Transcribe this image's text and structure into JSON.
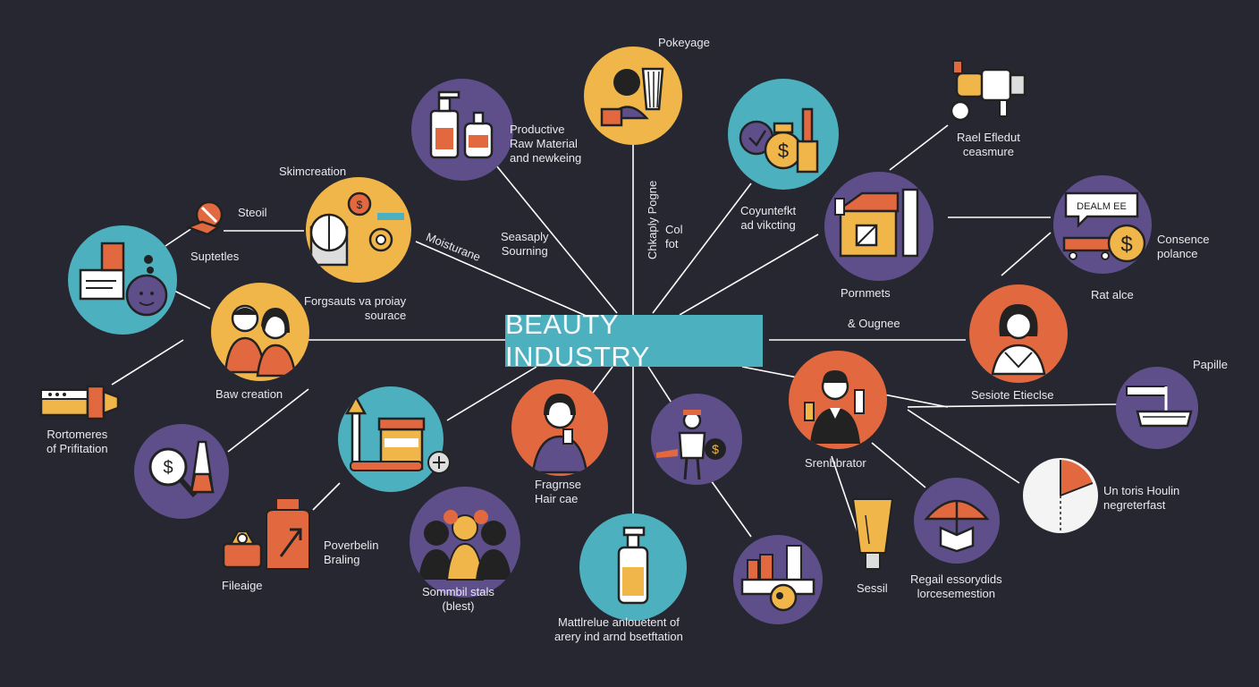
{
  "center_title": "BEAUTY INDUSTRY",
  "colors": {
    "background": "#262730",
    "teal": "#4db0bf",
    "purple": "#5e4f8a",
    "orange": "#e2693f",
    "yellow": "#f0b64a",
    "line": "#ffffff",
    "text": "#e9e9ee"
  },
  "labels": {
    "pokeyage": "Pokeyage",
    "productive": "Productive\nRaw Material\nand newkeing",
    "skimcreation": "Skimcreation",
    "stedl": "Steoil",
    "supterles": "Suptetles",
    "moisturane": "Moisturane",
    "seasaply": "Seasaply\nSourning",
    "chkaply": "Chkaply Pogne",
    "col_fot": "Col\nfot",
    "coyuntefkt": "Coyuntefkt\nad vikcting",
    "rael_efledut": "Rael Efledut\nceasmure",
    "consence": "Consence\npolance",
    "pornmets": "Pornmets",
    "rat_alce": "Rat alce",
    "forgsauts": "Forgsauts va proiay\nsourace",
    "ougnee": "& Ougnee",
    "baw_creation": "Baw creation",
    "rortomeres": "Rortomeres\nof Prifitation",
    "sesiote": "Sesiote Etieclse",
    "papille": "Papille",
    "fragrnse": "Fragrnse\nHair cae",
    "srenbbrator": "Srenbbrator",
    "un_toris": "Un toris Houlin\nnegreterfast",
    "poverbelin": "Poverbelin\nBraling",
    "fileaige": "Fileaige",
    "sommbil": "Sommbil stals\n(blest)",
    "mattlirelue": "Mattlrelue anlouetent of\narery ind arnd bsetftation",
    "sessil": "Sessil",
    "regail": "Regail essorydids\nlorcesemestion",
    "sign_text": "DEALM EE"
  },
  "icons": [
    "product-bottles-icon",
    "face-makeup-icon",
    "money-lipstick-icon",
    "hair-dryer-icon",
    "lab-gears-icon",
    "dna-user-icon",
    "jar-sign-icon",
    "people-couple-icon",
    "shop-building-icon",
    "sign-money-icon",
    "woman-portrait-icon",
    "lipstick-tube-icon",
    "magnifier-dollar-icon",
    "brush-jar-icon",
    "woman-fragrance-icon",
    "worker-dollar-icon",
    "presenter-man-icon",
    "bowl-sign-icon",
    "pie-chart-icon",
    "bag-bottle-icon",
    "ring-box-icon",
    "crowd-silhouettes-icon",
    "lotion-bottle-icon",
    "cosmetic-set-icon",
    "tube-cream-icon",
    "umbrella-book-icon"
  ]
}
